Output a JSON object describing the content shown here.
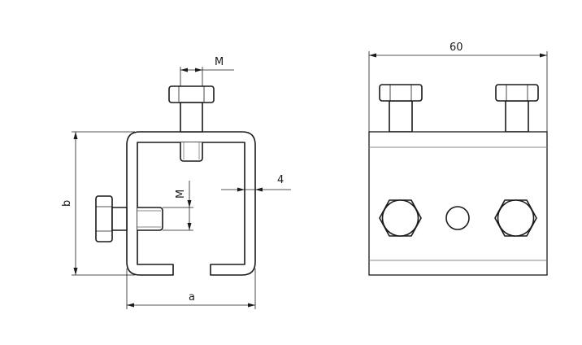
{
  "labels": {
    "thread_top": "M",
    "thread_side": "M",
    "wall_thickness": "4",
    "height": "b",
    "width": "a",
    "length": "60"
  },
  "colors": {
    "line": "#1a1a1a",
    "thin_line": "#8a8a8a",
    "background": "#ffffff"
  }
}
